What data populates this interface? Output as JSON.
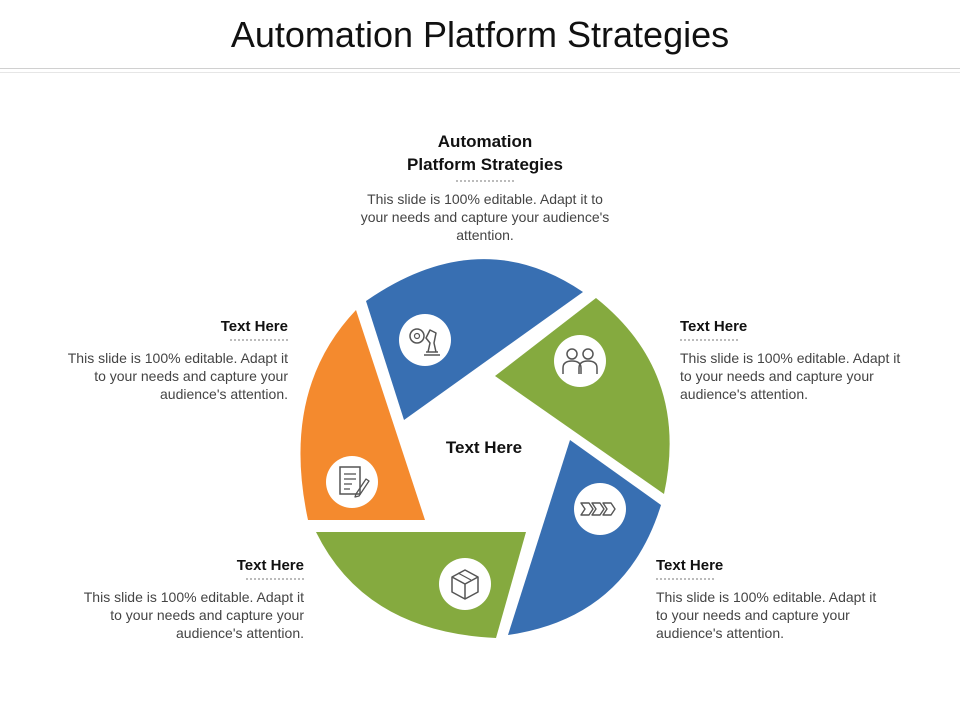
{
  "slide": {
    "title": "Automation Platform Strategies"
  },
  "diagram": {
    "center_label": "Text Here",
    "segment_colors": [
      "#386FB2",
      "#85AA3F",
      "#386FB2",
      "#85AA3F",
      "#F48A2E"
    ],
    "icons": [
      "strategy-gears-chess-icon",
      "team-users-icon",
      "chevron-steps-icon",
      "package-box-icon",
      "document-pen-icon"
    ]
  },
  "blocks": {
    "top": {
      "heading": "Automation Platform Strategies",
      "body": "This slide is 100% editable. Adapt it to your needs and capture your audience's attention."
    },
    "right_upper": {
      "heading": "Text Here",
      "body": "This slide is 100% editable. Adapt it to your needs and capture your audience's attention."
    },
    "right_lower": {
      "heading": "Text Here",
      "body": "This slide is 100% editable. Adapt it to your needs and capture your audience's attention."
    },
    "left_lower": {
      "heading": "Text Here",
      "body": "This slide is 100% editable. Adapt it to your needs and capture your audience's attention."
    },
    "left_upper": {
      "heading": "Text Here",
      "body": "This slide is 100% editable. Adapt it to your needs and capture your audience's attention."
    }
  }
}
